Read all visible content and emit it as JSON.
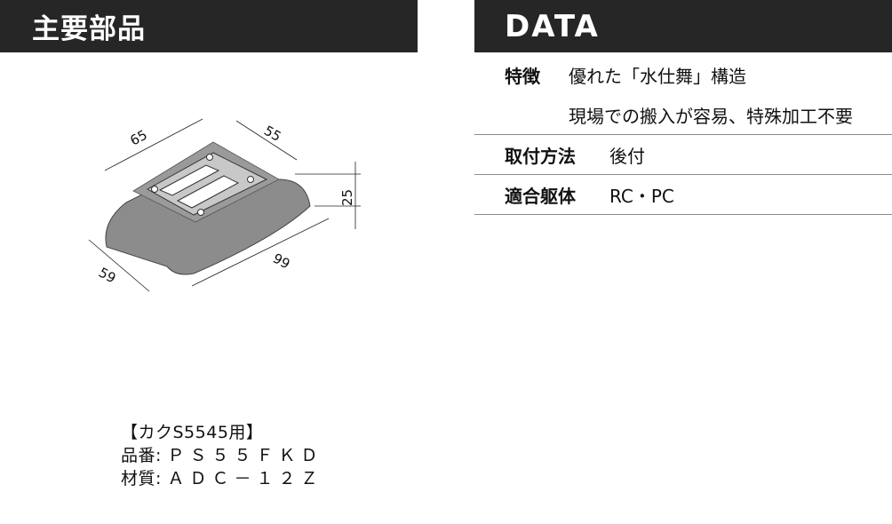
{
  "left_header": {
    "title": "主要部品"
  },
  "right_header": {
    "title": "DATA"
  },
  "data_rows": [
    {
      "label": "特徴",
      "value": "優れた「水仕舞」構造"
    },
    {
      "label": "",
      "value": "現場での搬入が容易、特殊加工不要"
    },
    {
      "label": "取付方法",
      "value": "後付"
    },
    {
      "label": "適合躯体",
      "value": "RC・PC"
    }
  ],
  "diagram": {
    "dimensions": [
      "65",
      "55",
      "25",
      "99",
      "59"
    ],
    "colors": {
      "body_fill": "#8c8c8c",
      "top_fill": "#9a9a9a",
      "plate_fill": "#c8c8c8"
    }
  },
  "part_info": {
    "caption": "【カクS5545用】",
    "part_number_label": "品番:",
    "part_number_value": "ＰＳ５５ＦＫＤ",
    "material_label": "材質:",
    "material_value": "ＡＤＣ－１２Ｚ"
  }
}
